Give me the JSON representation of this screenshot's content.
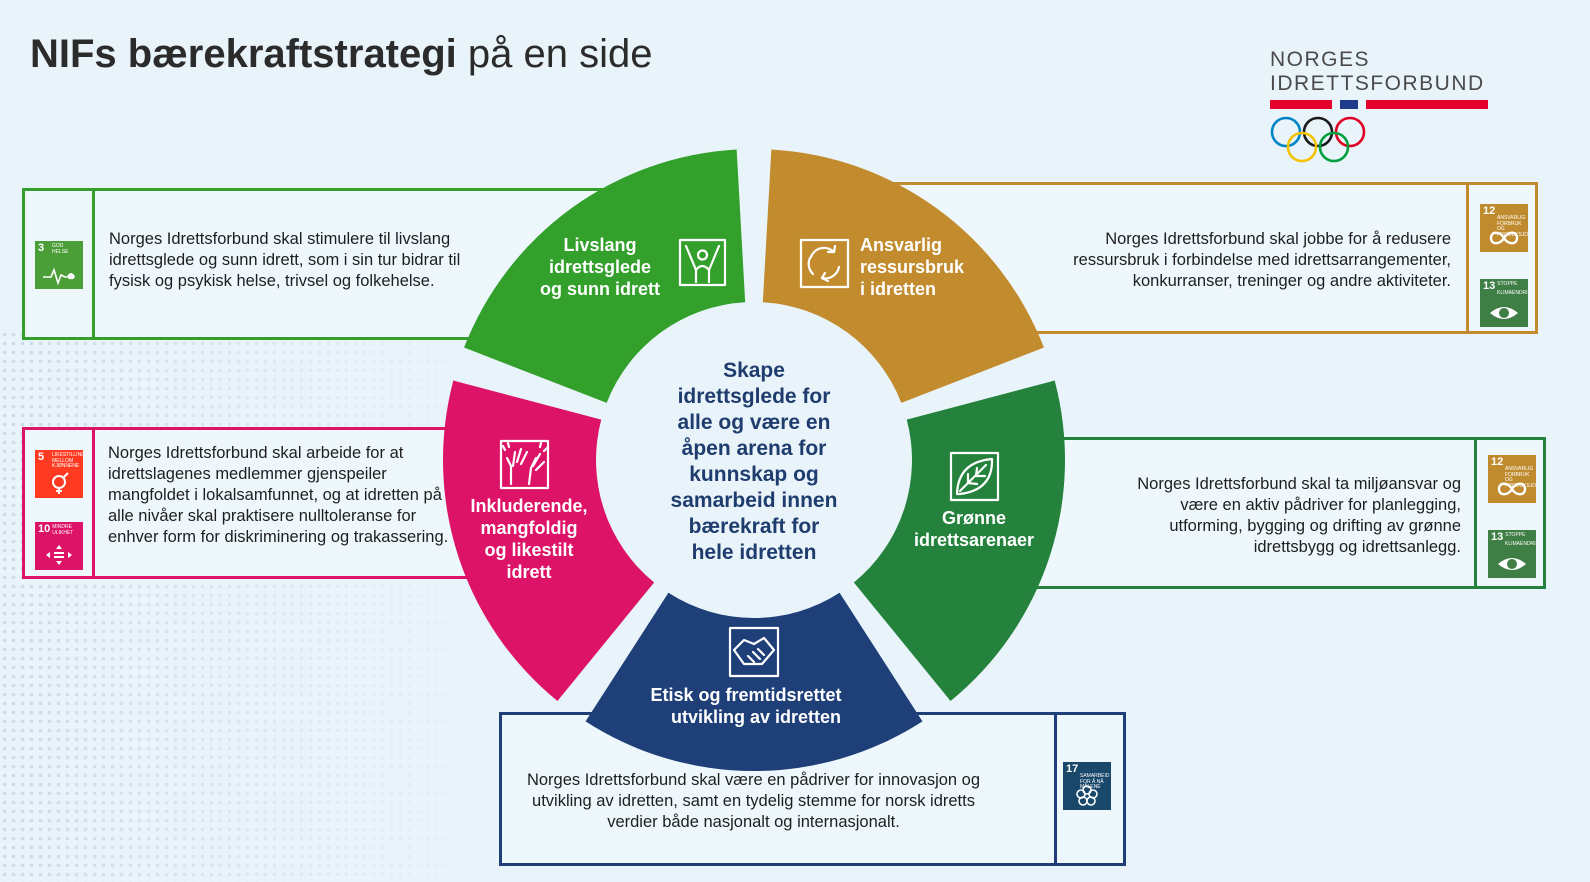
{
  "title": {
    "bold": "NIFs bærekraftstrategi",
    "rest": " på en side"
  },
  "logo": {
    "line1": "NORGES",
    "line2": "IDRETTSFORBUND",
    "colors": {
      "red": "#e4002b",
      "blue": "#1f3c8c",
      "rings": [
        "#0085c7",
        "#f4c300",
        "#1a1a1a",
        "#009f3d",
        "#df0024"
      ]
    }
  },
  "center": {
    "lines": [
      "Skape",
      "idrettsglede for",
      "alle og være en",
      "åpen arena for",
      "kunnskap og",
      "samarbeid innen",
      "bærekraft for",
      "hele idretten"
    ],
    "color": "#1f3c6e"
  },
  "segments": {
    "green": {
      "lines": [
        "Livslang",
        "idrettsglede",
        "og sunn idrett"
      ],
      "color": "#33a02c",
      "icon": "tree-person-icon"
    },
    "ochre": {
      "lines": [
        "Ansvarlig",
        "ressursbruk",
        "i idretten"
      ],
      "color": "#c28c2e",
      "icon": "recycle-icon"
    },
    "darkgreen": {
      "lines": [
        "Grønne",
        "idrettsarenaer"
      ],
      "color": "#24823d",
      "icon": "leaf-icon"
    },
    "blue": {
      "lines": [
        "Etisk og fremtidsrettet",
        "utvikling av idretten"
      ],
      "color": "#1f3f78",
      "icon": "handshake-icon"
    },
    "pink": {
      "lines": [
        "Inkluderende,",
        "mangfoldig",
        "og likestilt",
        "idrett"
      ],
      "color": "#dd1367",
      "icon": "raised-hands-icon"
    }
  },
  "boxes": {
    "health": {
      "text": "Norges Idrettsforbund skal stimulere til livslang idrettsglede og sunn idrett, som i sin tur bidrar til fysisk og psykisk helse, trivsel og folkehelse.",
      "color": "#33a02c"
    },
    "resource": {
      "text": "Norges Idrettsforbund skal jobbe for å redusere ressursbruk i forbindelse med idrettsarrangementer, konkurranser, treninger og andre aktiviteter.",
      "color": "#c28c2e"
    },
    "inclusion": {
      "text": "Norges Idrettsforbund skal arbeide for at idrettslagenes medlemmer gjenspeiler mangfoldet i lokalsamfunnet, og at idretten på alle nivåer skal praktisere nulltoleranse for enhver form for diskriminering og trakassering.",
      "color": "#dd1367"
    },
    "green_arenas": {
      "text": "Norges Idrettsforbund skal ta miljøansvar og være en aktiv pådriver for planlegging, utforming, bygging og drifting av grønne idrettsbygg og idrettsanlegg.",
      "color": "#24823d"
    },
    "ethics": {
      "text": "Norges Idrettsforbund skal være en pådriver for innovasjon og utvikling av idretten, samt en tydelig stemme for norsk idretts verdier både nasjonalt og internasjonalt.",
      "color": "#1f3f78"
    }
  },
  "sdg": {
    "g3": {
      "num": "3",
      "label": "GOD HELSE",
      "color": "#4c9f38",
      "icon": "heartbeat-icon"
    },
    "g5": {
      "num": "5",
      "label": "LIKESTILLING MELLOM KJØNNENE",
      "color": "#ff3a21",
      "icon": "gender-icon"
    },
    "g10": {
      "num": "10",
      "label": "MINDRE ULIKHET",
      "color": "#dd1367",
      "icon": "equality-icon"
    },
    "g12": {
      "num": "12",
      "label": "ANSVARLIG FORBRUK OG PRODUKSJON",
      "color": "#bf8b2e",
      "icon": "infinity-icon"
    },
    "g13": {
      "num": "13",
      "label": "STOPPE KLIMAENDRINGENE",
      "color": "#3f7e44",
      "icon": "eye-globe-icon"
    },
    "g17": {
      "num": "17",
      "label": "SAMARBEID FOR Å NÅ MÅLENE",
      "color": "#19486a",
      "icon": "flower-icon"
    }
  }
}
